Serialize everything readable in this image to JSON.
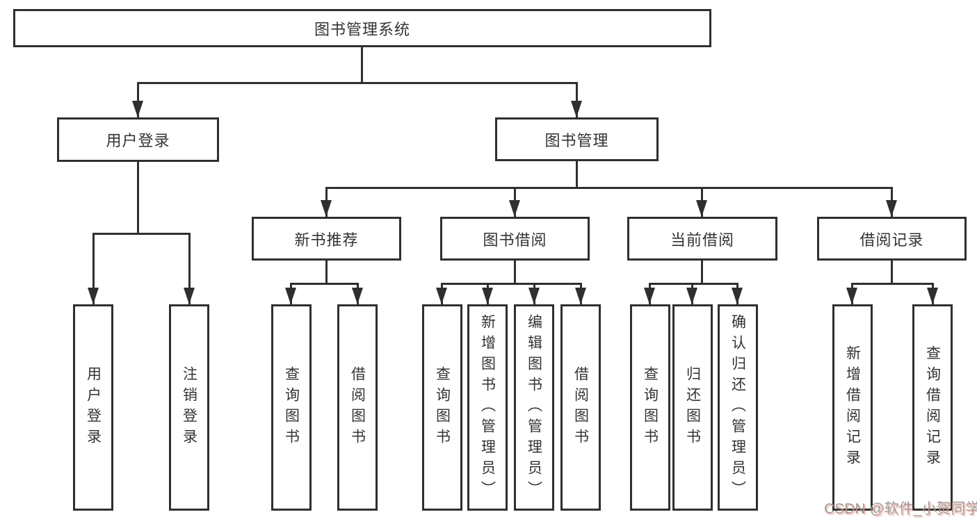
{
  "diagram": {
    "root": {
      "label": "图书管理系统"
    },
    "level2": [
      {
        "label": "用户登录"
      },
      {
        "label": "图书管理"
      }
    ],
    "level3": [
      {
        "label": "新书推荐"
      },
      {
        "label": "图书借阅"
      },
      {
        "label": "当前借阅"
      },
      {
        "label": "借阅记录"
      }
    ],
    "leaves": [
      {
        "label": "用户登录"
      },
      {
        "label": "注销登录"
      },
      {
        "label": "查询图书"
      },
      {
        "label": "借阅图书"
      },
      {
        "label": "查询图书"
      },
      {
        "label": "新增图书（管理员）"
      },
      {
        "label": "编辑图书（管理员）"
      },
      {
        "label": "借阅图书"
      },
      {
        "label": "查询图书"
      },
      {
        "label": "归还图书"
      },
      {
        "label": "确认归还（管理员）"
      },
      {
        "label": "新增借阅记录"
      },
      {
        "label": "查询借阅记录"
      }
    ],
    "colors": {
      "line": "#2f2f2f",
      "text": "#333333",
      "background": "#ffffff"
    }
  },
  "watermark": {
    "text": "CSDN @软件_小贺同学"
  }
}
